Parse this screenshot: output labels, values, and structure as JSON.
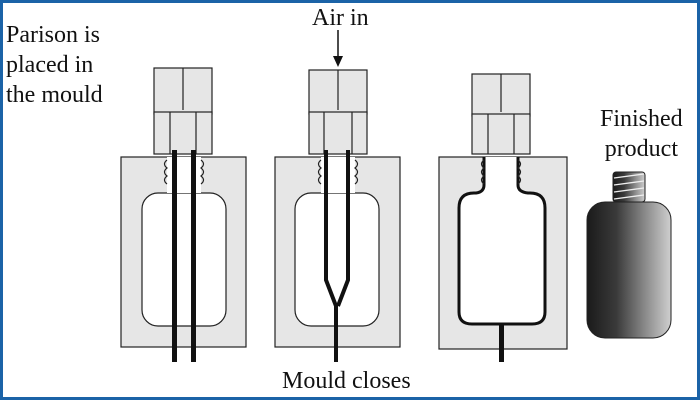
{
  "labels": {
    "parison": "Parison is\nplaced in\nthe mould",
    "air_in": "Air in",
    "finished": "Finished\nproduct",
    "mould_closes": "Mould closes"
  },
  "colors": {
    "frame": "#1b63a7",
    "mould_fill": "#e6e6e6",
    "outline": "#222222",
    "parison": "#111111",
    "product_dark": "#1a1a1a",
    "product_light": "#cfcfcf"
  }
}
